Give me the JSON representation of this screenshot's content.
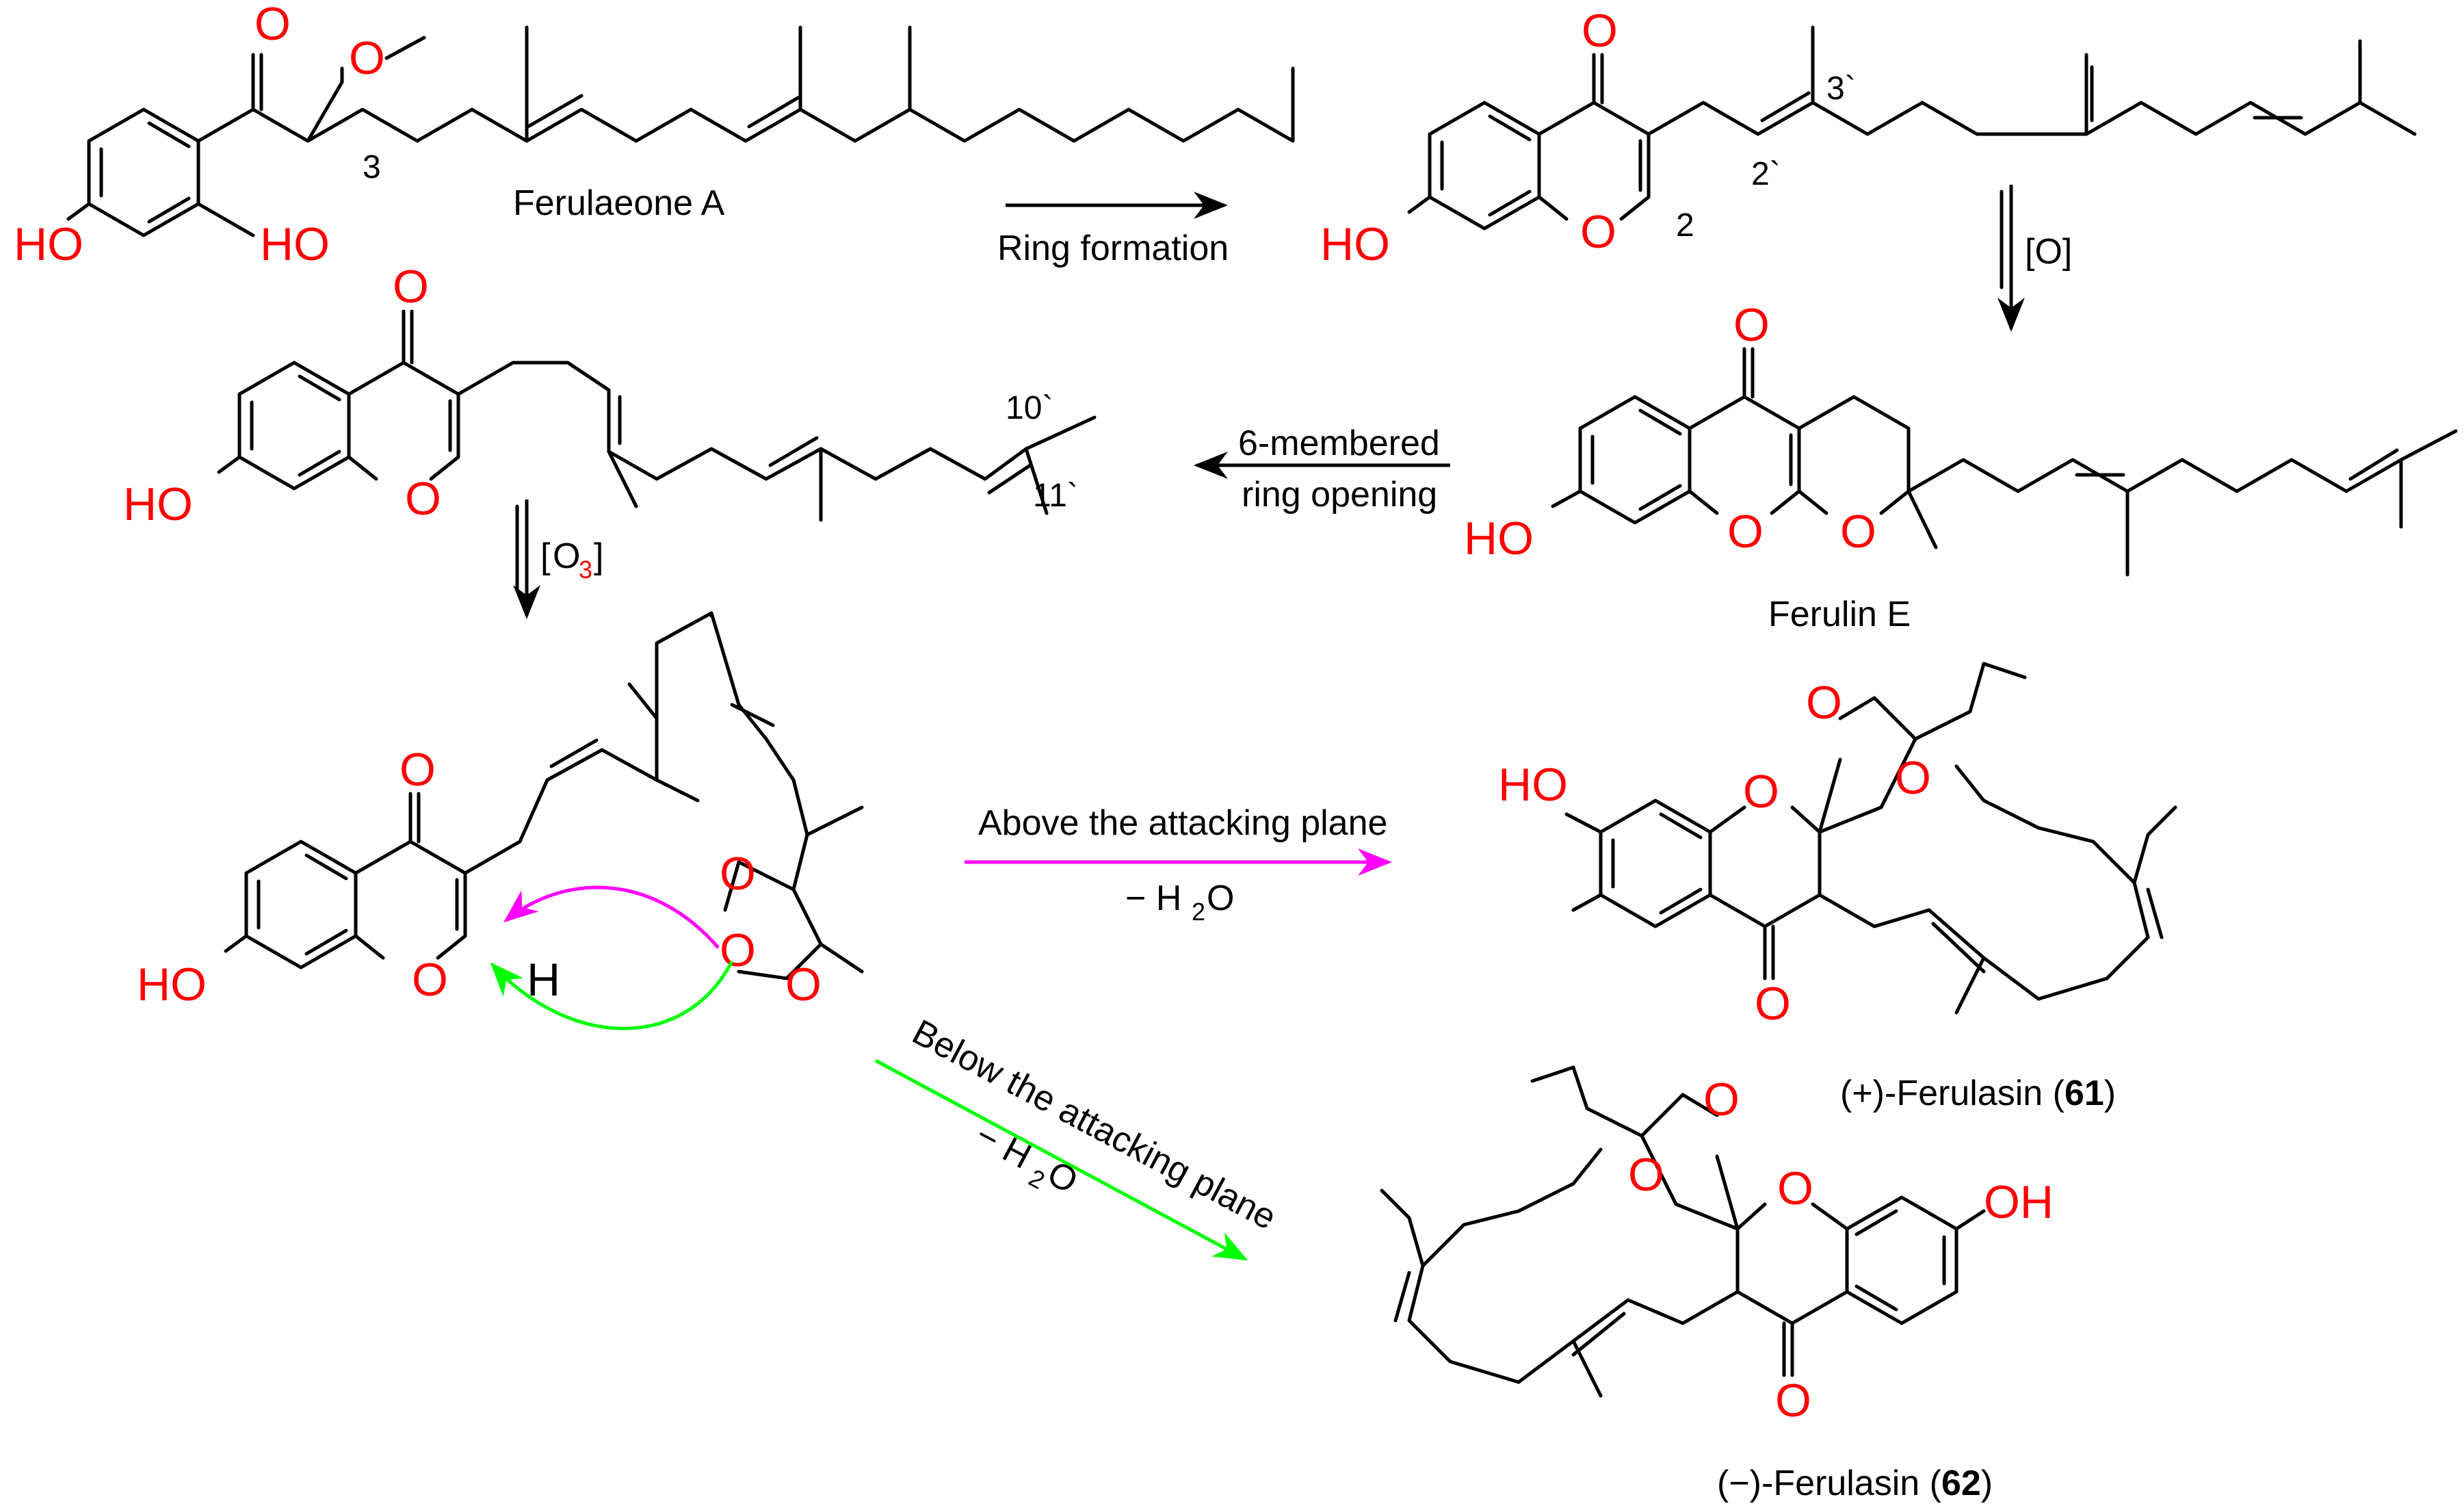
{
  "colors": {
    "heteroatom": "#ff0000",
    "bond": "#000000",
    "above_path": "#ff00ff",
    "below_path": "#00ff00"
  },
  "atoms": {
    "oxygen": "O",
    "hydroxyl": "HO",
    "hydroxyl_right": "OH",
    "hydrogen": "H"
  },
  "compounds": {
    "ferulaeone_a": "Ferulaeone A",
    "ferulin_e": "Ferulin E",
    "ferulasin_plus_prefix": "(+)-Ferulasin (",
    "ferulasin_plus_number": "61",
    "ferulasin_minus_prefix": "(−)-Ferulasin (",
    "ferulasin_minus_number": "62",
    "closing_paren": ")"
  },
  "positions": {
    "c3": "3",
    "c2": "2",
    "c3_prime": "3`",
    "c2_prime": "2`",
    "c10_prime": "10`",
    "c11_prime": "11`"
  },
  "steps": {
    "ring_formation": "Ring formation",
    "oxidation": "[O]",
    "ozonolysis_bracket_open": "[",
    "ozonolysis_reagent": "O",
    "ozonolysis_subscript": "3",
    "ozonolysis_bracket_close": "]",
    "ring_opening_line1": "6-membered",
    "ring_opening_line2": "ring opening",
    "above_plane": "Above the attacking plane",
    "below_plane": "Below the attacking plane",
    "dehydration_prefix": "− H",
    "dehydration_sub": "2",
    "dehydration_suffix": "O"
  }
}
